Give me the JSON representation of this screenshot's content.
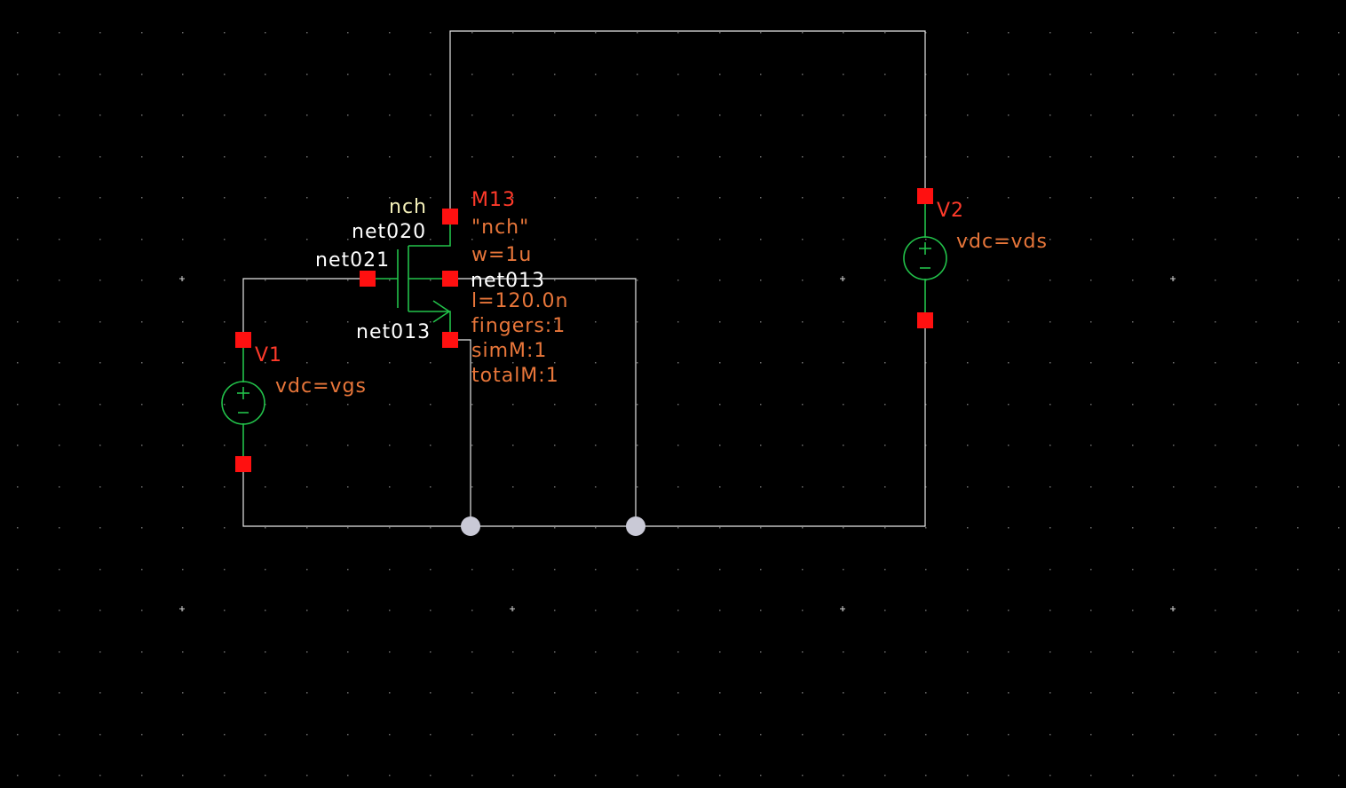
{
  "mosfet": {
    "model_label": "nch",
    "gate_net": "net021",
    "bulk_net": "net020",
    "drain_net": "net013",
    "source_net": "net013",
    "instance": "M13",
    "cell": "\"nch\"",
    "width": "w=1u",
    "length": "l=120.0n",
    "fingers": "fingers:1",
    "simM": "simM:1",
    "totalM": "totalM:1"
  },
  "v1": {
    "instance": "V1",
    "param": "vdc=vgs"
  },
  "v2": {
    "instance": "V2",
    "param": "vdc=vds"
  },
  "colors": {
    "background": "#000000",
    "wire": "#e6e6e6",
    "device": "#22c24a",
    "pin": "#ff1010",
    "instance_name": "#ff3a2a",
    "parameter": "#e8763a",
    "net_label": "#ffffff",
    "model_label": "#f4f0b8",
    "junction": "#c9c9d6"
  }
}
